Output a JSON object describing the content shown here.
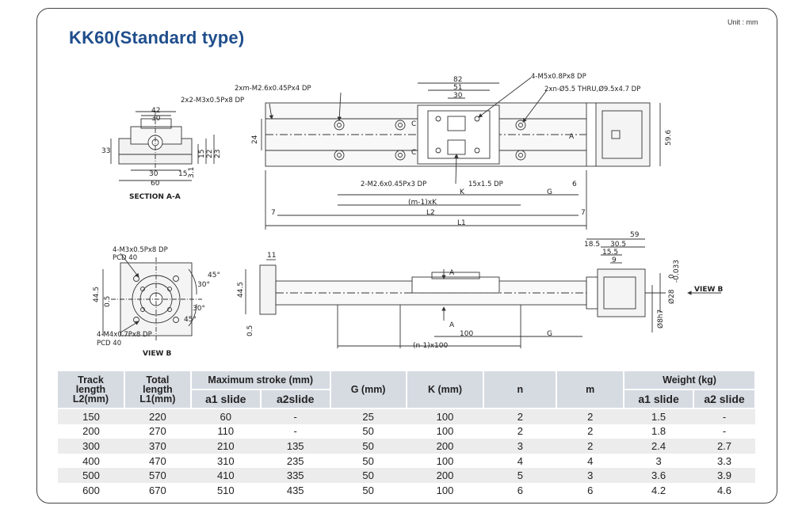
{
  "title": "KK60(Standard type)",
  "unit_label": "Unit : mm",
  "top_left": {
    "dims": [
      "42",
      "30",
      "33",
      "30",
      "15",
      "60",
      "3.1",
      "15",
      "22",
      "23"
    ],
    "caption": "SECTION A-A"
  },
  "top_main": {
    "callouts": [
      "2xm-M2.6x0.45Px4 DP",
      "2x2-M3x0.5Px8 DP",
      "4-M5x0.8Px8 DP",
      "2xn-Ø5.5 THRU,Ø9.5x4.7 DP",
      "2-M2.6x0.45Px3 DP",
      "15x1.5 DP"
    ],
    "dims": [
      "82",
      "51",
      "30",
      "24",
      "59.6",
      "K",
      "G",
      "6",
      "(m-1)xK",
      "L2",
      "7",
      "7",
      "L1"
    ],
    "marks": [
      "A",
      "C",
      "C"
    ]
  },
  "bottom_left": {
    "callouts": [
      "4-M3x0.5Px8 DP",
      "PCD 40",
      "4-M4x0.7Px8 DP",
      "PCD 40"
    ],
    "dims": [
      "44.5",
      "0.5",
      "30°",
      "45°",
      "30°",
      "45°"
    ],
    "caption": "VIEW B"
  },
  "bottom_main": {
    "dims": [
      "11",
      "44.5",
      "0.5",
      "100",
      "G",
      "(n-1)x100"
    ],
    "marks": [
      "A",
      "A"
    ]
  },
  "bottom_right": {
    "dims": [
      "59",
      "18.5",
      "30.5",
      "15.5",
      "9",
      "Ø28",
      "Ø8h7"
    ],
    "tolerance": [
      "0",
      "-0.033"
    ],
    "view_label": "VIEW B"
  },
  "table": {
    "headers": {
      "track": [
        "Track",
        "length",
        "L2(mm)"
      ],
      "total": [
        "Total",
        "length",
        "L1(mm)"
      ],
      "stroke": "Maximum stroke (mm)",
      "a1": "a1 slide",
      "a2": "a2slide",
      "g": "G (mm)",
      "k": "K (mm)",
      "n": "n",
      "m": "m",
      "weight": "Weight (kg)",
      "w1": "a1 slide",
      "w2": "a2 slide"
    },
    "rows": [
      [
        "150",
        "220",
        "60",
        "-",
        "25",
        "100",
        "2",
        "2",
        "1.5",
        "-"
      ],
      [
        "200",
        "270",
        "110",
        "-",
        "50",
        "100",
        "2",
        "2",
        "1.8",
        "-"
      ],
      [
        "300",
        "370",
        "210",
        "135",
        "50",
        "200",
        "3",
        "2",
        "2.4",
        "2.7"
      ],
      [
        "400",
        "470",
        "310",
        "235",
        "50",
        "100",
        "4",
        "4",
        "3",
        "3.3"
      ],
      [
        "500",
        "570",
        "410",
        "335",
        "50",
        "200",
        "5",
        "3",
        "3.6",
        "3.9"
      ],
      [
        "600",
        "670",
        "510",
        "435",
        "50",
        "100",
        "6",
        "6",
        "4.2",
        "4.6"
      ]
    ]
  }
}
